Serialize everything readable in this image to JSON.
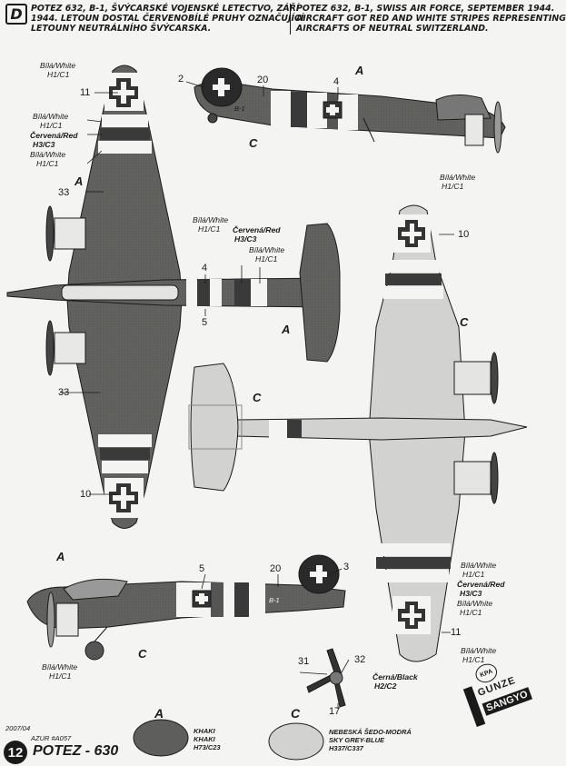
{
  "header": {
    "box_letter": "D",
    "czech": "POTEZ 632, B-1, ŠVÝCARSKÉ VOJENSKÉ LETECTVO, ZÁŘÍ\n1944. LETOUN DOSTAL ČERVENOBÍLÉ PRUHY OZNAČUJÍCÍ\nLETOUNY NEUTRÁLNÍHO ŠVÝCARSKA.",
    "english": "POTEZ 632, B-1, SWISS AIR FORCE, SEPTEMBER 1944.\nAIRCRAFT GOT RED AND WHITE STRIPES REPRESENTING\nAIRCRAFTS OF NEUTRAL SWITZERLAND."
  },
  "labels": {
    "white": "Bílá/White",
    "h1": "H1/C1",
    "red": "Červená/Red",
    "h3": "H3/C3",
    "black": "Černá/Black",
    "h2": "H2/C2",
    "serial": "B-1"
  },
  "letters": {
    "a": "A",
    "c": "C"
  },
  "numbers": {
    "n2": "2",
    "n3": "3",
    "n4": "4",
    "n5": "5",
    "n10": "10",
    "n11": "11",
    "n17": "17",
    "n20": "20",
    "n31": "31",
    "n32": "32",
    "n33": "33"
  },
  "logo": {
    "line1": "GUNZE",
    "line2": "SANGYO",
    "stamp": "KPA"
  },
  "legend": {
    "a_letter": "A",
    "a_name": "KHAKI\nKHAKI\nH73/C23",
    "c_letter": "C",
    "c_name": "NEBESKÁ ŠEDO-MODRÁ\nSKY GREY-BLUE\nH337/C337",
    "colors": {
      "khaki": "#5e5e5c",
      "sky": "#d2d2d0"
    }
  },
  "footer": {
    "date": "2007/04",
    "code": "AZUR #A057",
    "page_no": "12",
    "title": "POTEZ - 630"
  }
}
